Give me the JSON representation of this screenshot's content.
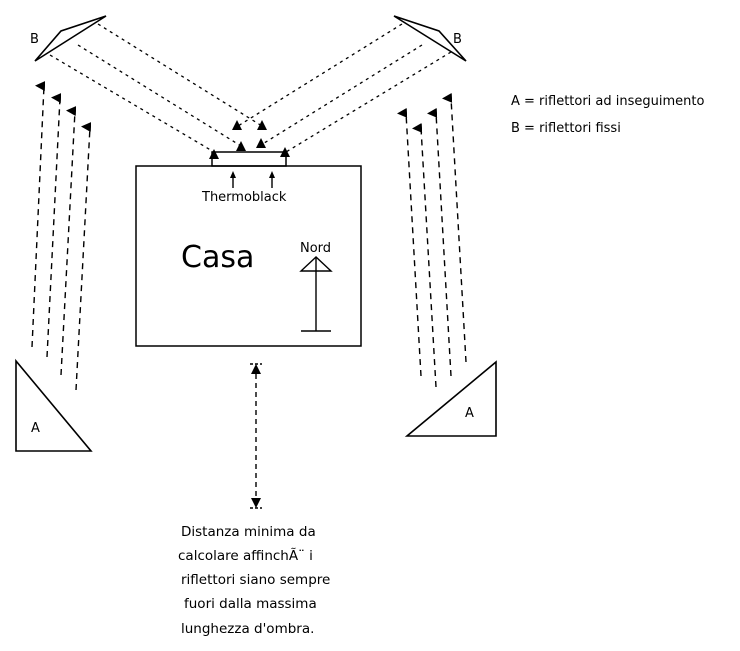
{
  "labels": {
    "mirror_left": "B",
    "mirror_right": "B",
    "tracker_left": "A",
    "tracker_right": "A",
    "collector": "Thermoblack",
    "house": "Casa",
    "north": "Nord"
  },
  "legend": [
    "A = riflettori ad inseguimento",
    "B = riflettori fissi"
  ],
  "note": [
    "Distanza minima da",
    "calcolare affinchÃ¨ i",
    "riflettori siano sempre",
    "fuori dalla massima",
    "lunghezza d'ombra."
  ],
  "colors": {
    "stroke": "#000000",
    "background": "#ffffff"
  }
}
